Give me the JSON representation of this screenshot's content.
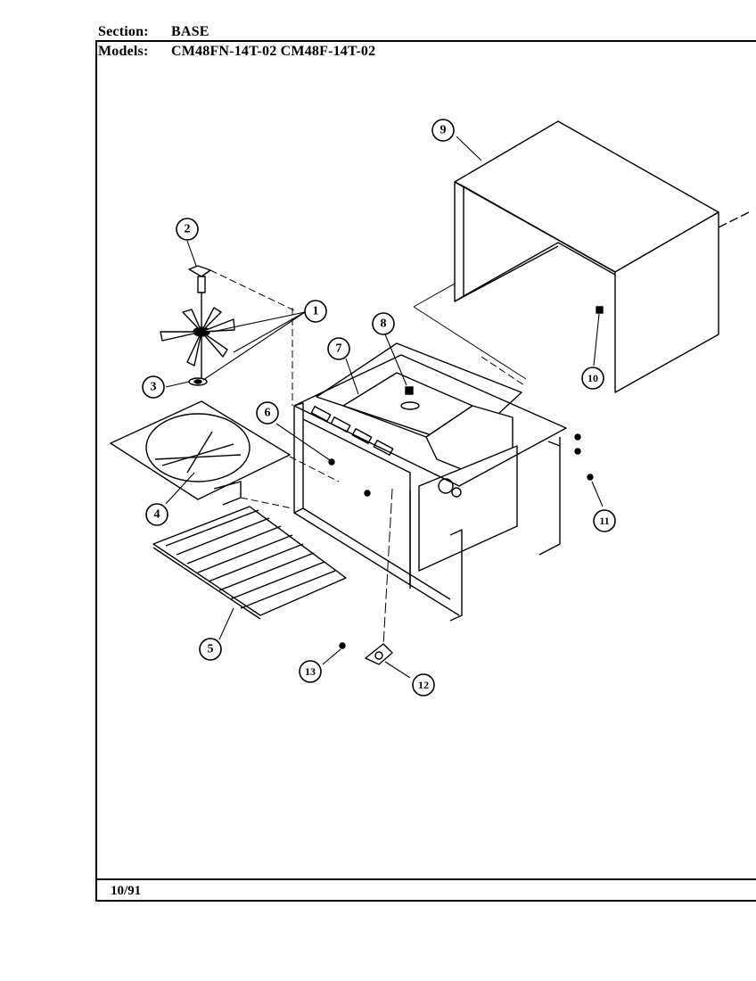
{
  "header": {
    "section_label": "Section:",
    "section_value": "BASE",
    "models_label": "Models:",
    "models_value": "CM48FN-14T-02  CM48F-14T-02"
  },
  "footer": {
    "date": "10/91"
  },
  "callouts": {
    "c1": "1",
    "c2": "2",
    "c3": "3",
    "c4": "4",
    "c5": "5",
    "c6": "6",
    "c7": "7",
    "c8": "8",
    "c9": "9",
    "c10": "10",
    "c11": "11",
    "c12": "12",
    "c13": "13"
  }
}
